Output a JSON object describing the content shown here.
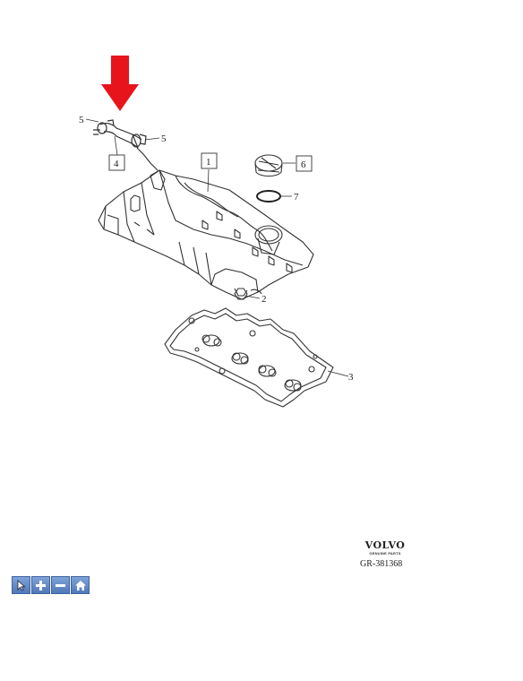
{
  "callouts": {
    "c1": "1",
    "c2": "2",
    "c3": "3",
    "c4": "4",
    "c5a": "5",
    "c5b": "5",
    "c6": "6",
    "c7": "7"
  },
  "logo": {
    "brand": "VOLVO",
    "subtitle": "GENUINE PARTS"
  },
  "drawing_id": "GR-381368",
  "colors": {
    "arrow": "#e8141c",
    "line": "#333333",
    "toolbar": "#5a82c2"
  },
  "toolbar": {
    "buttons": [
      "select-icon",
      "zoom-in-icon",
      "zoom-out-icon",
      "home-icon"
    ]
  }
}
